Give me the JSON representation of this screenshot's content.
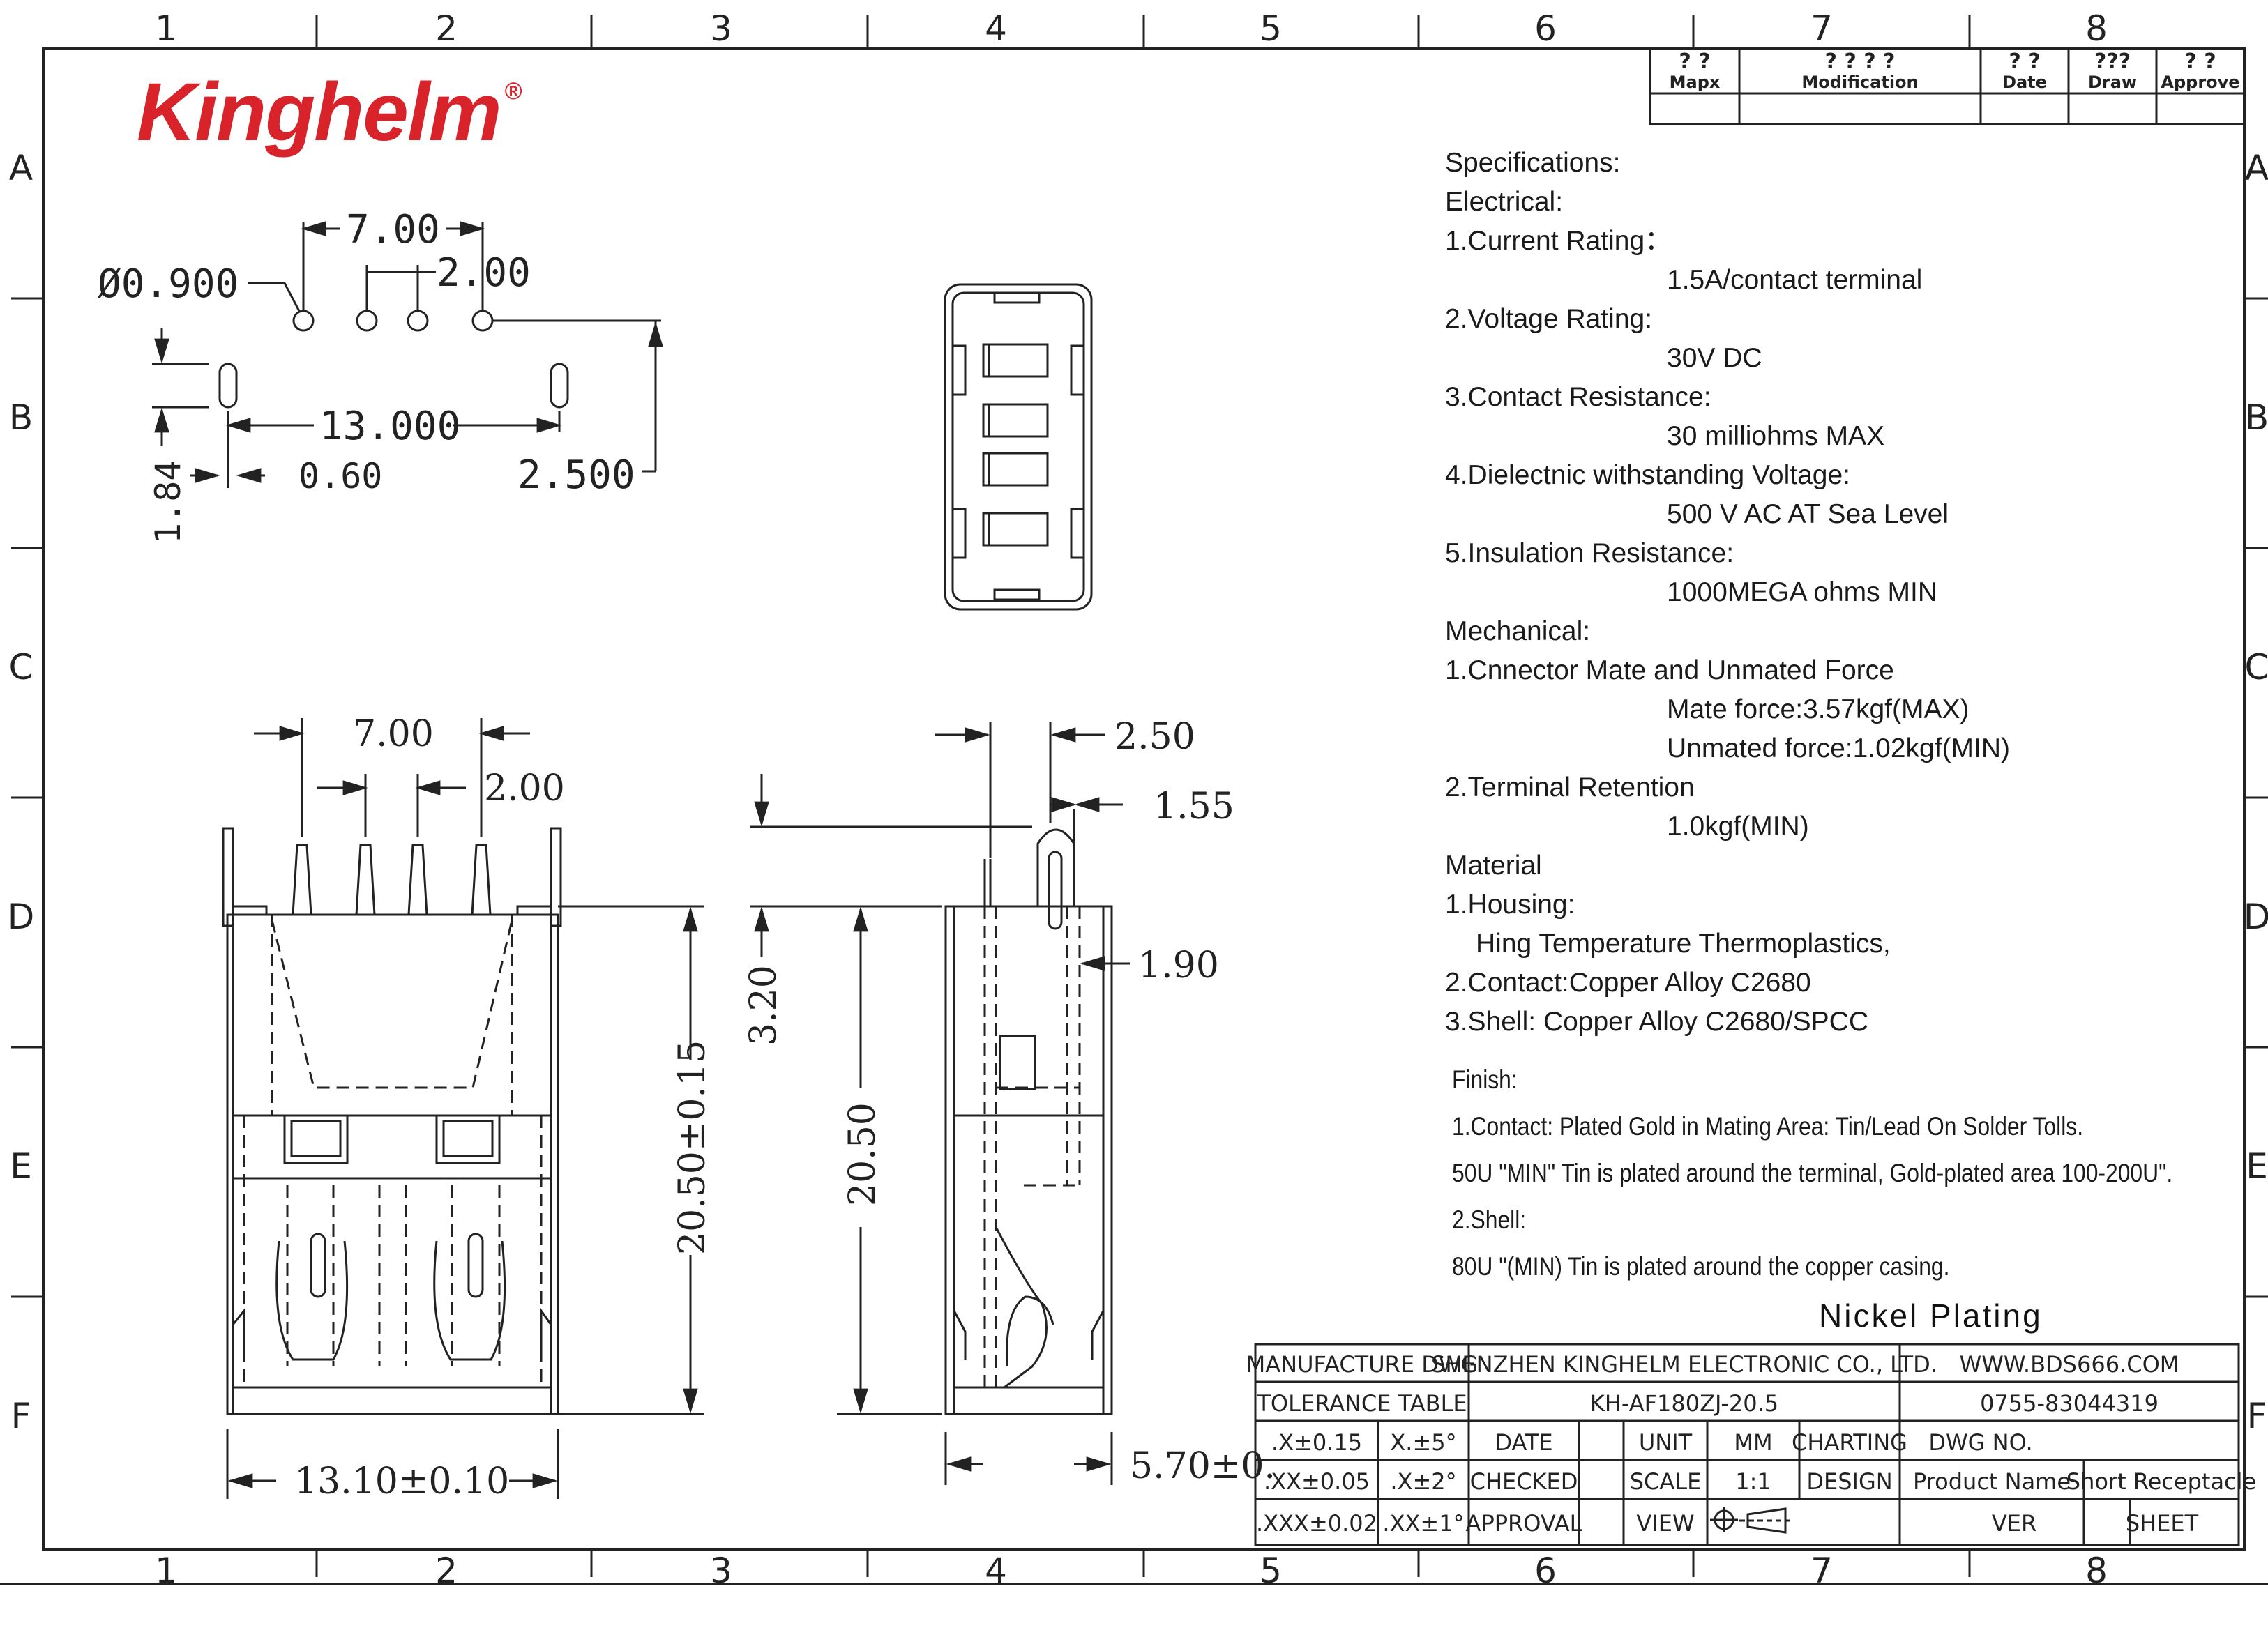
{
  "brand": {
    "name": "Kinghelm",
    "mark": "®"
  },
  "grid": {
    "columns": [
      "1",
      "2",
      "3",
      "4",
      "5",
      "6",
      "7",
      "8"
    ],
    "rows": [
      "A",
      "B",
      "C",
      "D",
      "E",
      "F"
    ]
  },
  "revision_table": {
    "headers": [
      "? ?\nMapx",
      "? ? ? ?\nModification",
      "? ?\nDate",
      "???\nDraw",
      "? ?\nApprove"
    ],
    "h1": [
      "? ?",
      "? ? ? ?",
      "? ?",
      "???",
      "? ?"
    ],
    "h2": [
      "Mapx",
      "Modification",
      "Date",
      "Draw",
      "Approve"
    ]
  },
  "specs": {
    "title": "Specifications:",
    "electrical": "Electrical:",
    "current_label": "1.Current Rating：",
    "current_value": "1.5A/contact terminal",
    "voltage_label": "2.Voltage Rating:",
    "voltage_value": "30V DC",
    "resistance_label": "3.Contact Resistance:",
    "resistance_value": "30 milliohms MAX",
    "dielectric_label": "4.Dielectnic withstanding Voltage:",
    "dielectric_value": "500 V AC AT Sea Level",
    "insulation_label": "5.Insulation Resistance:",
    "insulation_value": "1000MEGA ohms MIN",
    "mechanical": "Mechanical:",
    "mate_label": "1.Cnnector Mate and Unmated Force",
    "mate_value": "Mate force:3.57kgf(MAX)",
    "unmate_value": "Unmated force:1.02kgf(MIN)",
    "retention_label": "2.Terminal Retention",
    "retention_value": "1.0kgf(MIN)",
    "material": "Material",
    "housing_label": "1.Housing:",
    "housing_value": "Hing Temperature Thermoplastics,",
    "contact_material": "2.Contact:Copper Alloy C2680",
    "shell_material": "3.Shell: Copper Alloy C2680/SPCC"
  },
  "finish": {
    "title": "Finish:",
    "line1": "1.Contact: Plated Gold in Mating Area: Tin/Lead On Solder Tolls.",
    "line2": "50U \"MIN\" Tin is plated around the terminal,  Gold-plated area 100-200U\".",
    "line3": "2.Shell:",
    "line4": "80U \"(MIN) Tin is plated around the copper casing."
  },
  "nickel": "Nickel  Plating",
  "title_block": {
    "manufacture_dwg": "MANUFACTURE DWG",
    "company": "SHENZHEN KINGHELM ELECTRONIC CO., LTD.",
    "website": "WWW.BDS666.COM",
    "tolerance_table": "TOLERANCE TABLE",
    "part_number": "KH-AF180ZJ-20.5",
    "phone": "0755-83044319",
    "tol_x": ".X±0.15",
    "tol_ang_x": "X.±5°",
    "date": "DATE",
    "unit": "UNIT",
    "mm": "MM",
    "charting": "CHARTING",
    "dwg_no": "DWG NO.",
    "tol_xx": ".XX±0.05",
    "tol_ang_xx": ".X±2°",
    "checked": "CHECKED",
    "scale": "SCALE",
    "scale_value": "1:1",
    "design": "DESIGN",
    "product_name": "Product Name",
    "product_value": "Short Receptacle",
    "tol_xxx": ".XXX±0.02",
    "tol_ang_xxx": ".XX±1°",
    "approval": "APPROVAL",
    "view": "VIEW",
    "ver": "VER",
    "sheet": "SHEET"
  },
  "dims": {
    "d_hole": "Ø0.900",
    "top_7": "7.00",
    "top_2": "2.00",
    "top_13": "13.000",
    "top_060": "0.60",
    "top_2500": "2.500",
    "top_184": "1.84",
    "front_7": "7.00",
    "front_2": "2.00",
    "front_2050": "20.50±0.15",
    "front_1310": "13.10±0.10",
    "side_320": "3.20",
    "side_2050": "20.50",
    "side_250": "2.50",
    "side_155": "1.55",
    "side_190": "1.90",
    "side_570": "5.70±0."
  }
}
